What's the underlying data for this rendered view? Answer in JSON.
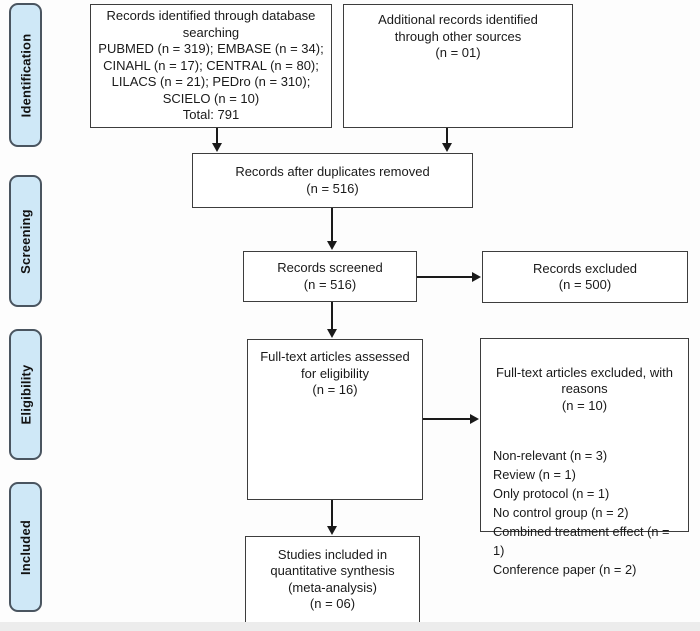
{
  "stages": [
    {
      "label": "Identification"
    },
    {
      "label": "Screening"
    },
    {
      "label": "Eligibility"
    },
    {
      "label": "Included"
    }
  ],
  "boxes": {
    "database": {
      "lines": [
        "Records identified through database",
        "searching",
        "PUBMED (n = 319); EMBASE (n = 34);",
        "CINAHL (n = 17); CENTRAL (n = 80);",
        "LILACS (n = 21); PEDro (n = 310);",
        "SCIELO (n = 10)",
        "Total: 791"
      ]
    },
    "other_sources": {
      "lines": [
        "Additional records identified",
        "through other sources",
        "(n = 01)"
      ]
    },
    "duplicates": {
      "lines": [
        "Records after duplicates removed",
        "(n = 516)"
      ]
    },
    "screened": {
      "lines": [
        "Records screened",
        "(n = 516)"
      ]
    },
    "excluded": {
      "lines": [
        "Records excluded",
        "(n = 500)"
      ]
    },
    "fulltext": {
      "lines": [
        "Full-text articles assessed",
        "for eligibility",
        "(n = 16)"
      ]
    },
    "ft_excluded": {
      "header_lines": [
        "Full-text articles excluded, with",
        "reasons",
        "(n = 10)"
      ],
      "reasons": [
        "Non-relevant (n = 3)",
        "Review (n = 1)",
        "Only protocol (n = 1)",
        "No control group (n = 2)",
        "Combined treatment effect (n = 1)",
        "Conference paper (n = 2)"
      ]
    },
    "studies": {
      "lines": [
        "Studies included in",
        "quantitative synthesis",
        "(meta-analysis)",
        "(n = 06)"
      ]
    }
  },
  "colors": {
    "stage_fill": "#cfe8f7",
    "stage_border": "#4a5560",
    "box_border": "#3d3d3d",
    "arrow": "#1a1a1a",
    "text": "#1a1a1a"
  }
}
